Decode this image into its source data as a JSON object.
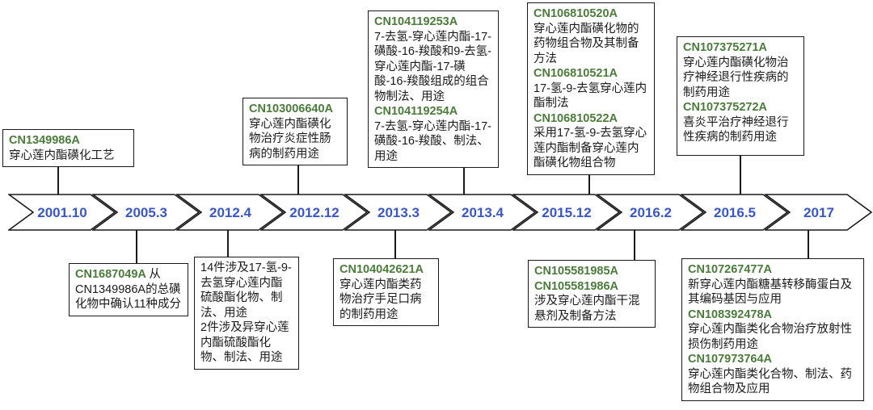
{
  "colors": {
    "patent_number_green": "#4a7c3a",
    "date_blue": "#3a57c8",
    "line_black": "#1a1a1a",
    "background": "#ffffff"
  },
  "timeline": {
    "dates": [
      "2001.10",
      "2005.3",
      "2012.4",
      "2012.12",
      "2013.3",
      "2013.4",
      "2015.12",
      "2016.2",
      "2016.5",
      "2017"
    ]
  },
  "top_boxes": [
    {
      "runs": [
        {
          "text": "CN1349986A"
        },
        {
          "text": "穿心莲内酯磺化工艺"
        }
      ]
    },
    {
      "runs": [
        {
          "text": "CN103006640A"
        },
        {
          "text": "穿心莲内酯磺化物治疗炎症性肠病的制药用途"
        }
      ]
    },
    {
      "runs": [
        {
          "text": "CN104119253A"
        },
        {
          "text": "7-去氢-穿心莲内酯-17-磺酸-16-羧酸和9-去氢-穿心莲内酯-17-磺酸-16-羧酸组成的组合物制法、用途"
        },
        {
          "text": "CN104119254A"
        },
        {
          "text": "7-去氢-穿心莲内酯-17- 磺酸-16-羧酸、制法、用途"
        }
      ]
    },
    {
      "runs": [
        {
          "text": "CN106810520A"
        },
        {
          "text": "穿心莲内酯磺化物的药物组合物及其制备方法"
        },
        {
          "text": "CN106810521A"
        },
        {
          "text": "17-氢-9-去氢穿心莲内酯制法"
        },
        {
          "text": "CN106810522A"
        },
        {
          "text": "采用17-氢-9-去氢穿心莲内酯制备穿心莲内酯磺化物组合物"
        }
      ]
    },
    {
      "runs": [
        {
          "text": "CN107375271A"
        },
        {
          "text": "穿心莲内酯磺化物治疗神经退行性疾病的制药用途"
        },
        {
          "text": "CN107375272A"
        },
        {
          "text": "喜炎平治疗神经退行性疾病的制药用途"
        }
      ]
    }
  ],
  "bottom_boxes": [
    {
      "runs": [
        {
          "text": "CN1687049A "
        },
        {
          "text": "从CN1349986A的总磺化物中确认11种成分"
        }
      ]
    },
    {
      "runs": [
        {
          "text": "14件涉及17-氢-9-去氢穿心莲内酯硫酸酯化物、制法、用途"
        },
        {
          "text": "2件涉及异穿心莲内酯硫酸酯化物、制法、用途"
        }
      ]
    },
    {
      "runs": [
        {
          "text": "CN104042621A"
        },
        {
          "text": "穿心莲内酯类药物治疗手足口病的制药用途"
        }
      ]
    },
    {
      "runs": [
        {
          "text": "CN105581985A"
        },
        {
          "text": "CN105581986A"
        },
        {
          "text": "涉及穿心莲内酯干混悬剂及制备方法"
        }
      ]
    },
    {
      "runs": [
        {
          "text": "CN107267477A"
        },
        {
          "text": "新穿心莲内酯糖基转移酶蛋白及其编码基因与应用"
        },
        {
          "text": "CN108392478A"
        },
        {
          "text": "穿心莲内酯类化合物治疗放射性损伤制药用途"
        },
        {
          "text": "CN107973764A"
        },
        {
          "text": "穿心莲内酯类化合物、制法、药物组合物及应用"
        }
      ]
    }
  ]
}
